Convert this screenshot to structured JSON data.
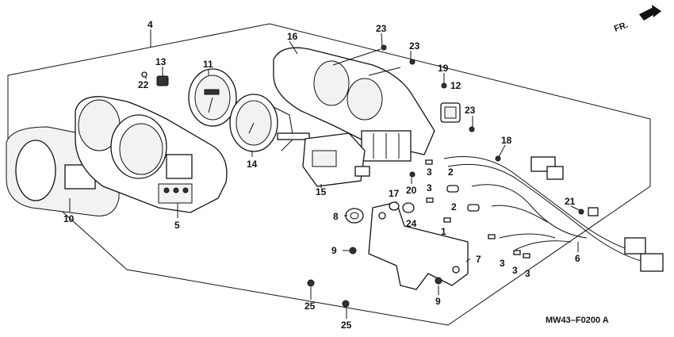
{
  "diagram": {
    "direction_label": "FR.",
    "drawing_code": "MW43–F0200 A",
    "callouts": [
      {
        "id": "c4",
        "text": "4"
      },
      {
        "id": "c16",
        "text": "16"
      },
      {
        "id": "c23a",
        "text": "23"
      },
      {
        "id": "c23b",
        "text": "23"
      },
      {
        "id": "c23c",
        "text": "23"
      },
      {
        "id": "c13",
        "text": "13"
      },
      {
        "id": "c11",
        "text": "11"
      },
      {
        "id": "c19",
        "text": "19"
      },
      {
        "id": "c12",
        "text": "12"
      },
      {
        "id": "c22",
        "text": "22"
      },
      {
        "id": "c14",
        "text": "14"
      },
      {
        "id": "c18",
        "text": "18"
      },
      {
        "id": "c3a",
        "text": "3"
      },
      {
        "id": "c2a",
        "text": "2"
      },
      {
        "id": "c3b",
        "text": "3"
      },
      {
        "id": "c15",
        "text": "15"
      },
      {
        "id": "c20",
        "text": "20"
      },
      {
        "id": "c17",
        "text": "17"
      },
      {
        "id": "c2b",
        "text": "2"
      },
      {
        "id": "c21",
        "text": "21"
      },
      {
        "id": "c10",
        "text": "10"
      },
      {
        "id": "c5",
        "text": "5"
      },
      {
        "id": "c8",
        "text": "8"
      },
      {
        "id": "c24",
        "text": "24"
      },
      {
        "id": "c1",
        "text": "1"
      },
      {
        "id": "c9a",
        "text": "9"
      },
      {
        "id": "c7",
        "text": "7"
      },
      {
        "id": "c6",
        "text": "6"
      },
      {
        "id": "c3c",
        "text": "3"
      },
      {
        "id": "c3d",
        "text": "3"
      },
      {
        "id": "c3e",
        "text": "3"
      },
      {
        "id": "c9b",
        "text": "9"
      },
      {
        "id": "c25a",
        "text": "25"
      },
      {
        "id": "c25b",
        "text": "25"
      }
    ]
  }
}
